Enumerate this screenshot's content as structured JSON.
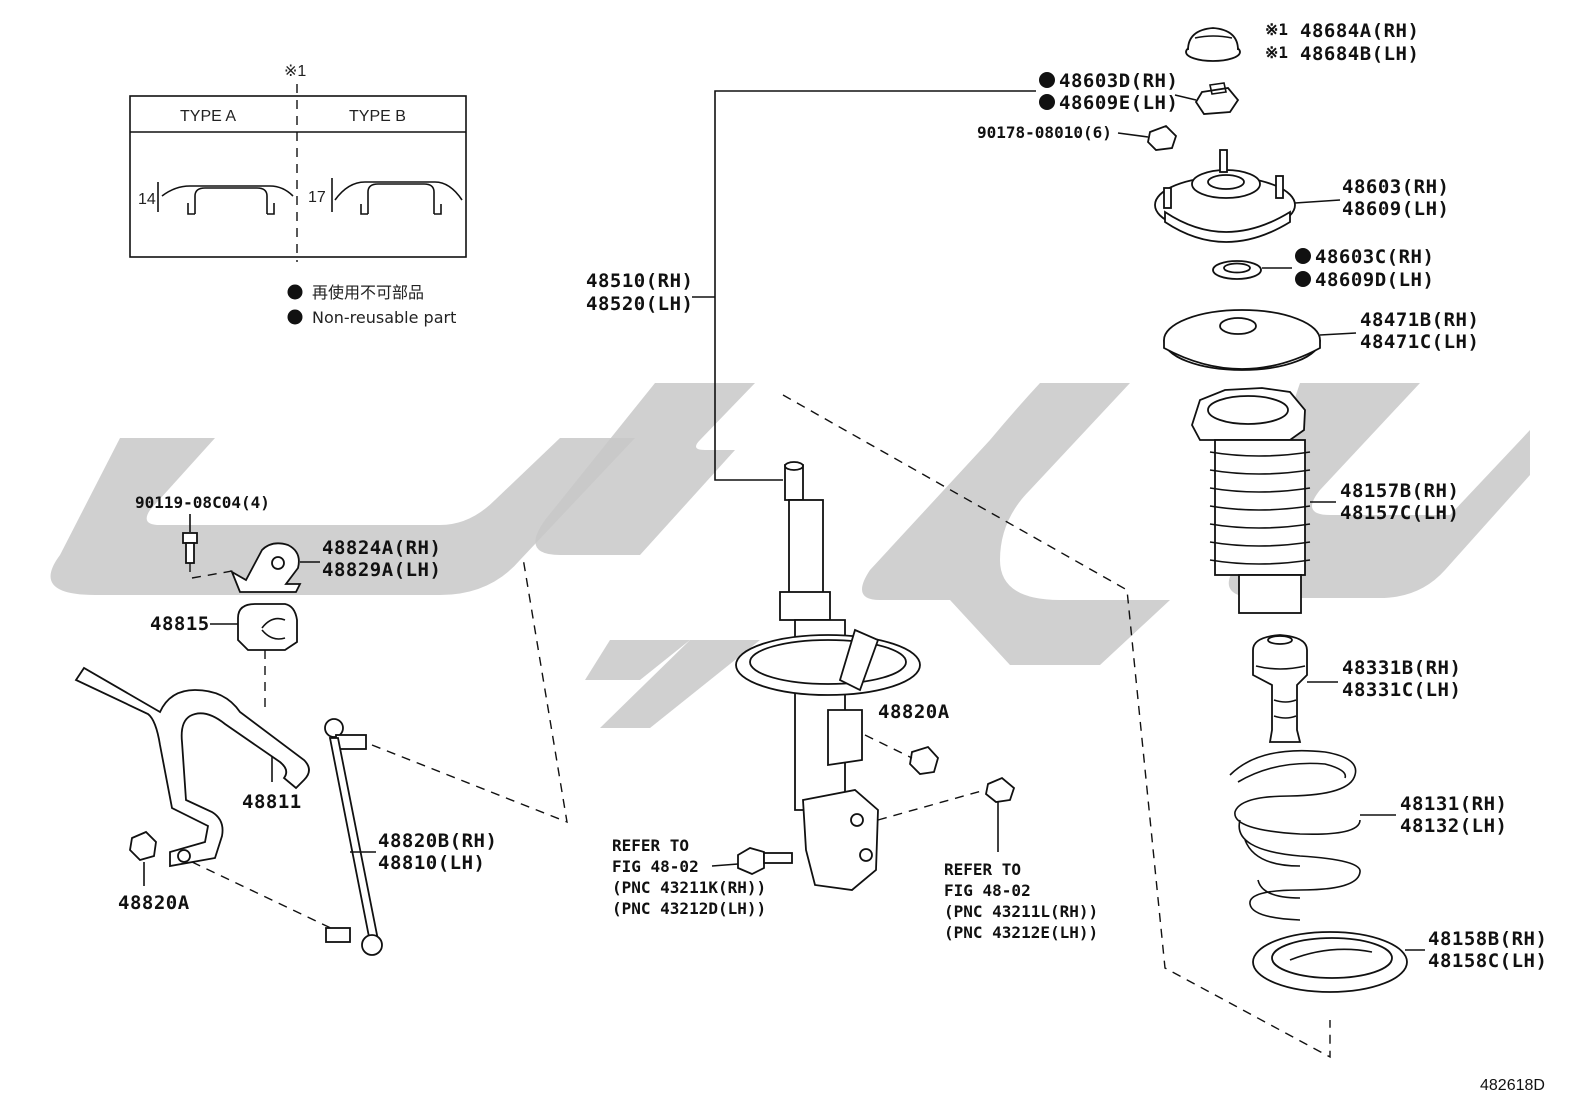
{
  "inset": {
    "note_mark": "※1",
    "type_a": "TYPE A",
    "type_b": "TYPE B",
    "dim_a": "14",
    "dim_b": "17"
  },
  "legend": {
    "jp": "再使用不可部品",
    "en": "Non-reusable part"
  },
  "labels": {
    "p48684a": "48684A(RH)",
    "p48684b": "48684B(LH)",
    "p48684_mark": "※1",
    "p48603d": "48603D(RH)",
    "p48609e": "48609E(LH)",
    "p90178": "90178-08010(6)",
    "p48603": "48603(RH)",
    "p48609": "48609(LH)",
    "p48603c": "48603C(RH)",
    "p48609d": "48609D(LH)",
    "p48471b": "48471B(RH)",
    "p48471c": "48471C(LH)",
    "p48157b": "48157B(RH)",
    "p48157c": "48157C(LH)",
    "p48331b": "48331B(RH)",
    "p48331c": "48331C(LH)",
    "p48131": "48131(RH)",
    "p48132": "48132(LH)",
    "p48158b": "48158B(RH)",
    "p48158c": "48158C(LH)",
    "p48510": "48510(RH)",
    "p48520": "48520(LH)",
    "p48820a_mid": "48820A",
    "p90119": "90119-08C04(4)",
    "p48824a": "48824A(RH)",
    "p48829a": "48829A(LH)",
    "p48815": "48815",
    "p48811": "48811",
    "p48820b": "48820B(RH)",
    "p48810": "48810(LH)",
    "p48820a_left": "48820A",
    "refer1_l1": "REFER TO",
    "refer1_l2": "FIG 48-02",
    "refer1_l3": "(PNC 43211K(RH))",
    "refer1_l4": "(PNC 43212D(LH))",
    "refer2_l1": "REFER TO",
    "refer2_l2": "FIG 48-02",
    "refer2_l3": "(PNC 43211L(RH))",
    "refer2_l4": "(PNC 43212E(LH))"
  },
  "figure_number": "482618D"
}
